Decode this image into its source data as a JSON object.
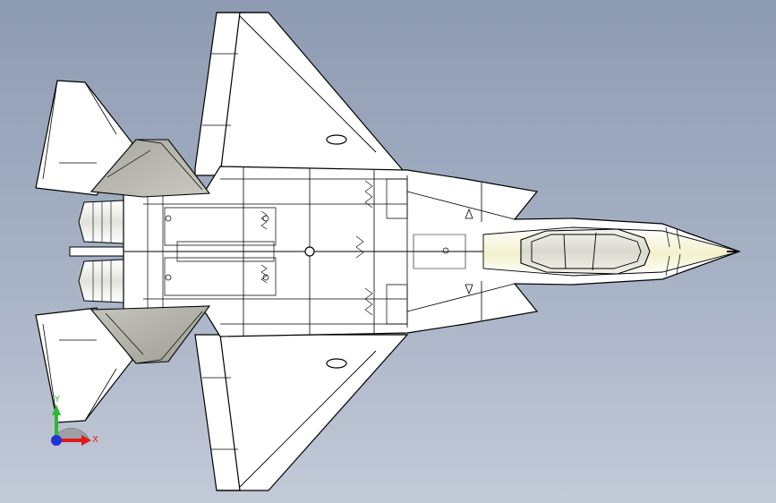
{
  "viewport": {
    "background_top": "#8d9bb2",
    "background_bottom": "#c3cad8"
  },
  "model": {
    "view": "top",
    "line_color": "#000000",
    "body_color": "#ffffff",
    "highlight_color": "#f3f1cf",
    "shaded_color": "#b9b9b2"
  },
  "triad": {
    "y_label": "Y",
    "x_label": "X",
    "x_color": "#e0191d",
    "y_color": "#2fb832",
    "z_color": "#1f33d6"
  }
}
